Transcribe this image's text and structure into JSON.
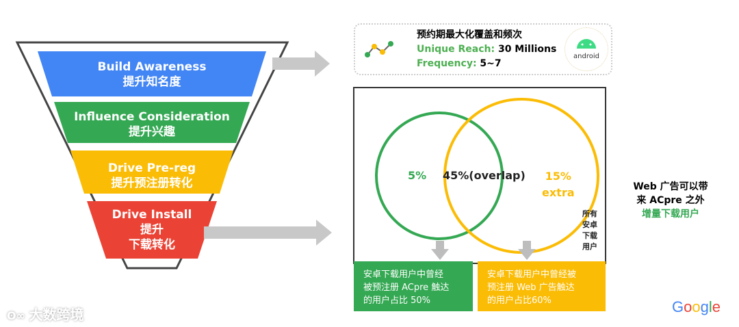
{
  "funnel": {
    "stages": [
      {
        "en": "Build Awareness",
        "zh": "提升知名度",
        "color": "#4285F4"
      },
      {
        "en": "Influence Consideration",
        "zh": "提升兴趣",
        "color": "#34A853"
      },
      {
        "en": "Drive Pre-reg",
        "zh": "提升预注册转化",
        "color": "#FBBC05"
      },
      {
        "en": "Drive Install",
        "zh": "提升",
        "zh2": "下载转化",
        "color": "#EA4335"
      }
    ]
  },
  "top_card": {
    "title": "预约期最大化覆盖和频次",
    "reach_label": "Unique Reach:",
    "reach_value": "30 Millions",
    "freq_label": "Frequency:",
    "freq_value": "5~7",
    "android_label": "android"
  },
  "venn": {
    "left_pct": "5%",
    "overlap": "45%(overlap)",
    "right_pct": "15%",
    "right_extra": "extra",
    "side_label": [
      "所有",
      "安卓",
      "下载",
      "用户"
    ]
  },
  "boxes": {
    "green": [
      "安卓下载用户中曾经",
      "被预注册 ACpre 触达",
      "的用户占比 50%"
    ],
    "yellow": [
      "安卓下载用户中曾经被",
      "预注册 Web 广告触达",
      "的用户占比60%"
    ]
  },
  "side_note": {
    "line1": "Web 广告可以带",
    "line2": "来 ACpre 之外",
    "line3": "增量下载用户"
  },
  "watermark": "大数跨境",
  "logo": "Google",
  "colors": {
    "blue": "#4285F4",
    "green": "#34A853",
    "yellow": "#FBBC05",
    "red": "#EA4335",
    "gray": "#BDBDBD"
  }
}
